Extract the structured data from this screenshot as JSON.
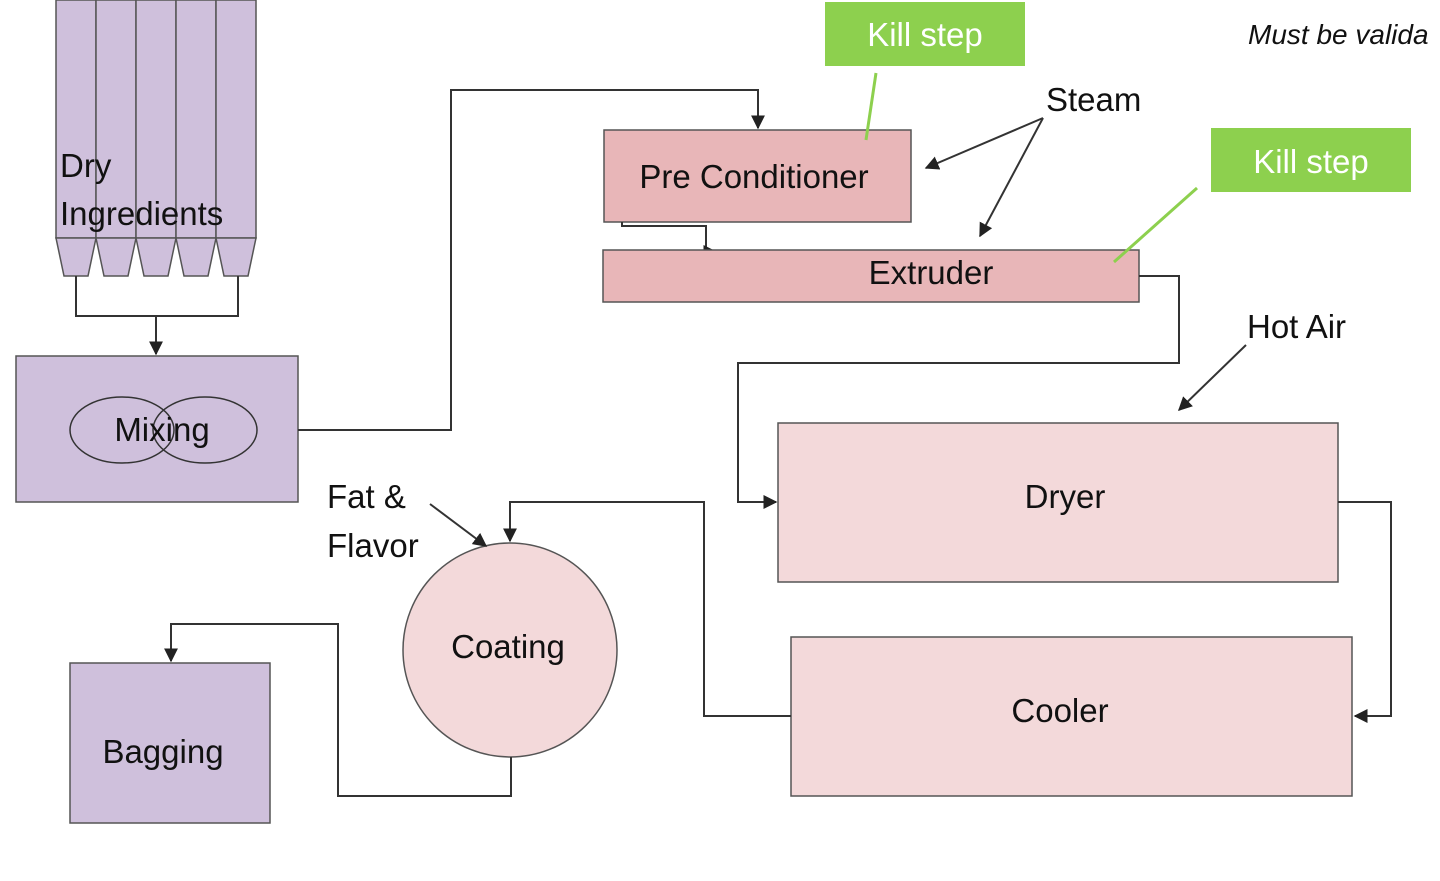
{
  "diagram": {
    "nodes": {
      "dry_ingredients": {
        "line1": "Dry",
        "line2": "Ingredients"
      },
      "mixing": {
        "label": "Mixing"
      },
      "pre_conditioner": {
        "label": "Pre Conditioner"
      },
      "extruder": {
        "label": "Extruder"
      },
      "dryer": {
        "label": "Dryer"
      },
      "cooler": {
        "label": "Cooler"
      },
      "coating": {
        "label": "Coating"
      },
      "bagging": {
        "label": "Bagging"
      }
    },
    "annotations": {
      "kill_step_1": "Kill step",
      "kill_step_2": "Kill step",
      "steam": "Steam",
      "hot_air": "Hot Air",
      "fat_flavor_line1": "Fat &",
      "fat_flavor_line2": "Flavor",
      "validation_note": "Must be valida"
    },
    "colors": {
      "lavender": "#cfc0dc",
      "rose": "#e8b6b8",
      "light_pink": "#f3d9da",
      "kill_green": "#8dd04e",
      "line": "#333333"
    }
  }
}
